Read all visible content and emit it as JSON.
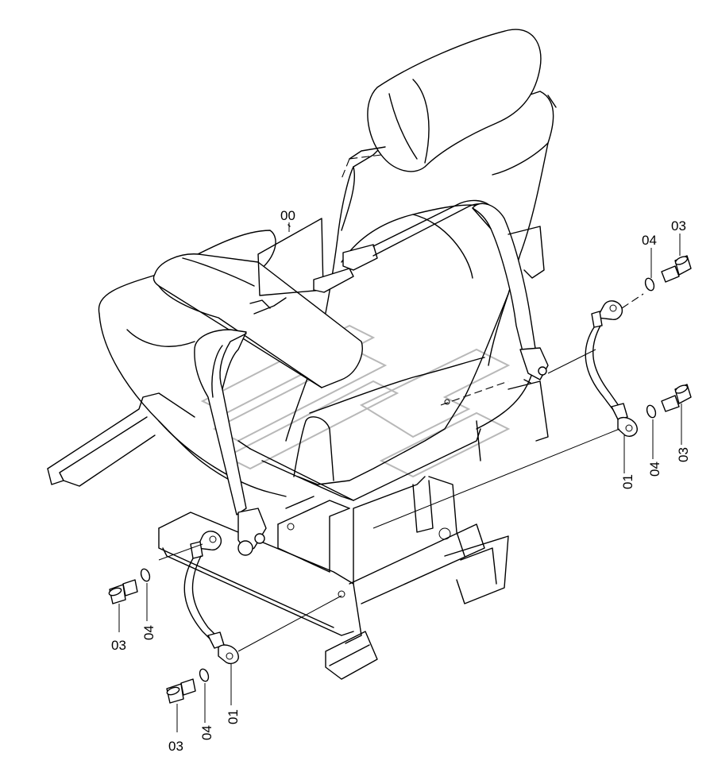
{
  "diagram": {
    "callouts": [
      {
        "id": "seat-assembly",
        "label": "00"
      },
      {
        "id": "ground-strap-right",
        "label": "01"
      },
      {
        "id": "bolt-right-upper",
        "label": "03"
      },
      {
        "id": "washer-right-upper",
        "label": "04"
      },
      {
        "id": "washer-right-lower",
        "label": "04"
      },
      {
        "id": "bolt-right-lower",
        "label": "03"
      },
      {
        "id": "bolt-left-upper",
        "label": "03"
      },
      {
        "id": "washer-left-upper",
        "label": "04"
      },
      {
        "id": "ground-strap-left",
        "label": "01"
      },
      {
        "id": "washer-left-lower",
        "label": "04"
      },
      {
        "id": "bolt-left-lower",
        "label": "03"
      }
    ]
  }
}
